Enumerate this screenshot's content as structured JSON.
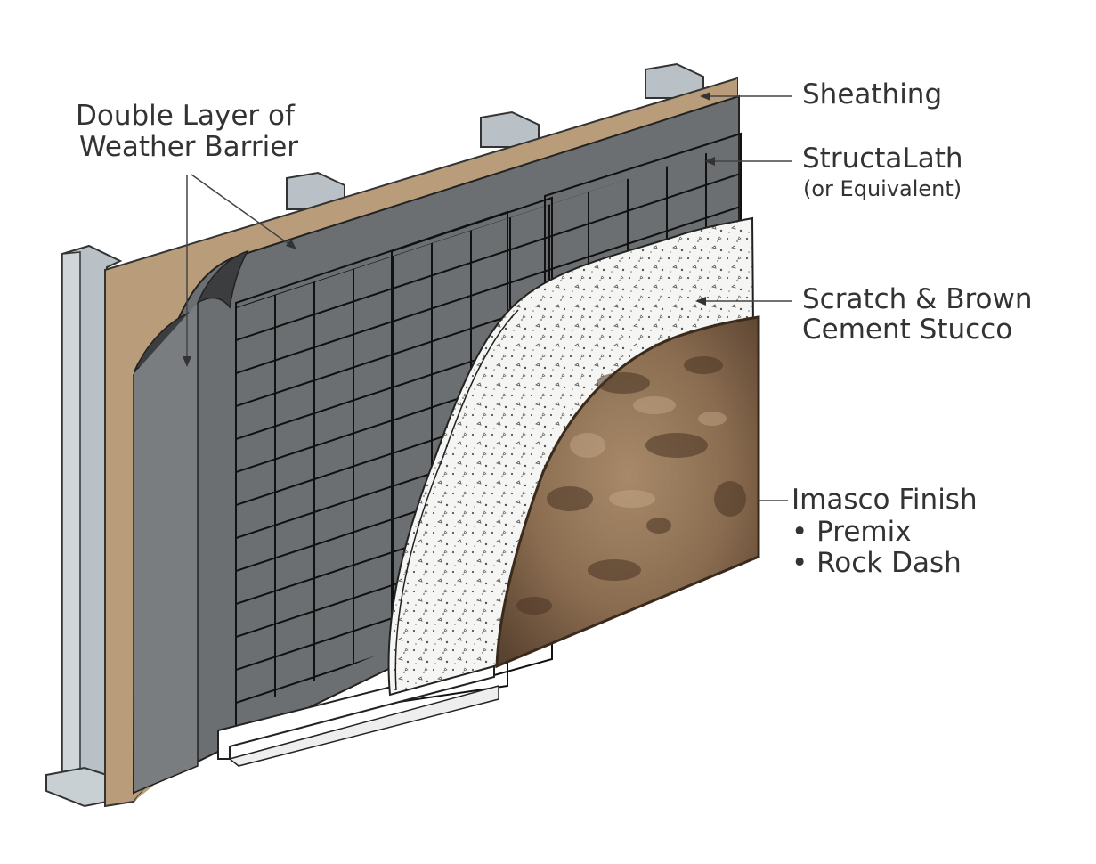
{
  "labels": {
    "double_layer_line1": "Double Layer of",
    "double_layer_line2": "Weather Barrier",
    "sheathing": "Sheathing",
    "structalath": "StructaLath",
    "structalath_sub": "(or Equivalent)",
    "scratch_line1": "Scratch & Brown",
    "scratch_line2": "Cement Stucco",
    "finish_title": "Imasco Finish",
    "finish_bullet1": "• Premix",
    "finish_bullet2": "• Rock Dash"
  },
  "colors": {
    "steel_stud": "#b9c1c6",
    "sheathing": "#b99d7b",
    "weather_barrier": "#6b6e70",
    "lath_wire": "#111111",
    "scratch_coat": "#f4f4f2",
    "finish_coat": "#8b6e52",
    "leader_line": "#444444"
  }
}
